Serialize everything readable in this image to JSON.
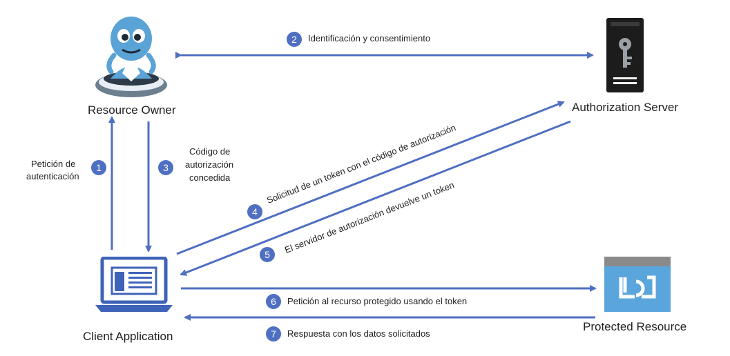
{
  "actors": {
    "resource_owner": "Resource Owner",
    "authorization_server": "Authorization Server",
    "client_application": "Client Application",
    "protected_resource": "Protected Resource"
  },
  "steps": [
    {
      "number": "1",
      "label_line1": "Petición de",
      "label_line2": "autenticación"
    },
    {
      "number": "2",
      "label": "Identificación y consentimiento"
    },
    {
      "number": "3",
      "label_line1": "Código de",
      "label_line2": "autorización",
      "label_line3": "concedida"
    },
    {
      "number": "4",
      "label": "Solicitud de un token con el código de autorización"
    },
    {
      "number": "5",
      "label": "El servidor de autorización devuelve un token"
    },
    {
      "number": "6",
      "label": "Petición al recurso protegido usando el token"
    },
    {
      "number": "7",
      "label": "Respuesta con los datos solicitados"
    }
  ],
  "colors": {
    "arrow": "#4f6fc2",
    "badge": "#4f6fc2"
  },
  "icons": [
    "resource-owner-mascot-icon",
    "server-key-icon",
    "laptop-icon",
    "protected-resource-icon"
  ]
}
